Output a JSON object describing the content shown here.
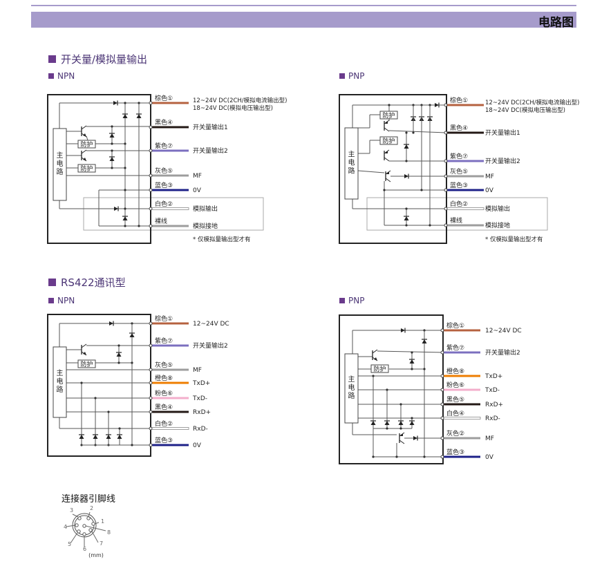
{
  "header": {
    "title": "电路图"
  },
  "sections": {
    "switch_analog": {
      "title": "开关量/模拟量输出"
    },
    "rs422": {
      "title": "RS422通讯型"
    }
  },
  "labels": {
    "main_circuit": [
      "主",
      "电",
      "路"
    ],
    "protect": "防护"
  },
  "colors": {
    "brown": "#b5613f",
    "black": "#231815",
    "violet": "#7b6fbf",
    "grey": "#9d9d9d",
    "blue": "#1d2088",
    "white": "#ffffff",
    "orange": "#ee7d00",
    "pink": "#f3aecb",
    "accent": "#a69bcb"
  },
  "diagrams": [
    {
      "subtitle": "NPN",
      "note": "* 仅模拟量输出型才有",
      "wires": [
        {
          "label": "棕色①",
          "color": "brown",
          "signal": "12~24V DC(2CH/模拟电流输出型)",
          "signal2": "18~24V DC(模拟电压输出型)"
        },
        {
          "label": "黑色④",
          "color": "black",
          "signal": "开关量输出1"
        },
        {
          "label": "紫色⑦",
          "color": "violet",
          "signal": "开关量输出2"
        },
        {
          "label": "灰色⑤",
          "color": "grey",
          "signal": "MF"
        },
        {
          "label": "蓝色③",
          "color": "blue",
          "signal": "0V"
        },
        {
          "label": "白色②",
          "color": "white",
          "signal": "模拟输出"
        },
        {
          "label": "裸线",
          "color": "grey",
          "signal": "模拟接地"
        }
      ]
    },
    {
      "subtitle": "PNP",
      "note": "* 仅模拟量输出型才有",
      "wires": [
        {
          "label": "棕色①",
          "color": "brown",
          "signal": "12~24V DC(2CH/模拟电流输出型)",
          "signal2": "18~24V DC(模拟电压输出型)"
        },
        {
          "label": "黑色④",
          "color": "black",
          "signal": "开关量输出1"
        },
        {
          "label": "紫色⑦",
          "color": "violet",
          "signal": "开关量输出2"
        },
        {
          "label": "灰色⑤",
          "color": "grey",
          "signal": "MF"
        },
        {
          "label": "蓝色③",
          "color": "blue",
          "signal": "0V"
        },
        {
          "label": "白色②",
          "color": "white",
          "signal": "模拟输出"
        },
        {
          "label": "裸线",
          "color": "grey",
          "signal": "模拟接地"
        }
      ]
    },
    {
      "subtitle": "NPN",
      "wires": [
        {
          "label": "棕色①",
          "color": "brown",
          "signal": "12~24V DC"
        },
        {
          "label": "紫色⑦",
          "color": "violet",
          "signal": "开关量输出2"
        },
        {
          "label": "灰色⑤",
          "color": "grey",
          "signal": "MF"
        },
        {
          "label": "橙色⑧",
          "color": "orange",
          "signal": "TxD+"
        },
        {
          "label": "粉色⑥",
          "color": "pink",
          "signal": "TxD-"
        },
        {
          "label": "黑色④",
          "color": "black",
          "signal": "RxD+"
        },
        {
          "label": "白色②",
          "color": "white",
          "signal": "RxD-"
        },
        {
          "label": "蓝色③",
          "color": "blue",
          "signal": "0V"
        }
      ]
    },
    {
      "subtitle": "PNP",
      "wires": [
        {
          "label": "棕色①",
          "color": "brown",
          "signal": "12~24V DC"
        },
        {
          "label": "紫色⑦",
          "color": "violet",
          "signal": "开关量输出2"
        },
        {
          "label": "橙色⑧",
          "color": "orange",
          "signal": "TxD+"
        },
        {
          "label": "粉色⑥",
          "color": "pink",
          "signal": "TxD-"
        },
        {
          "label": "黑色⑤",
          "color": "black",
          "signal": "RxD+"
        },
        {
          "label": "白色④",
          "color": "white",
          "signal": "RxD-"
        },
        {
          "label": "灰色②",
          "color": "grey",
          "signal": "MF"
        },
        {
          "label": "蓝色③",
          "color": "blue",
          "signal": "0V"
        }
      ]
    }
  ],
  "connector": {
    "title": "连接器引脚线",
    "pins": [
      "1",
      "2",
      "3",
      "4",
      "5",
      "6",
      "7",
      "8"
    ],
    "unit": "(mm)"
  }
}
